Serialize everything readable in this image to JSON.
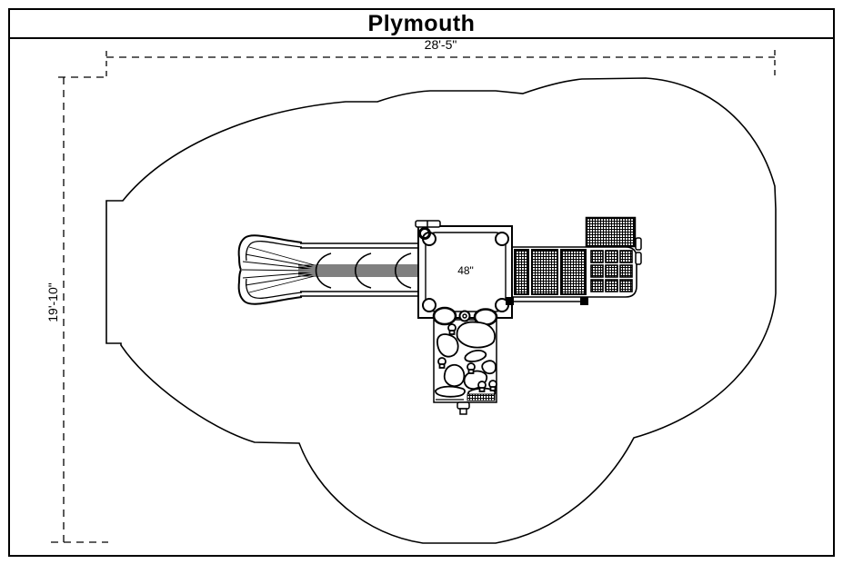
{
  "title_block": {
    "title": "Plymouth"
  },
  "dimensions": {
    "width_label": "28'-5\"",
    "height_label": "19'-10\""
  },
  "deck": {
    "size_label": "48\""
  },
  "equipment_icons": [
    {
      "name": "wave-slide-plan"
    },
    {
      "name": "square-deck-48in"
    },
    {
      "name": "rock-climbing-wall"
    },
    {
      "name": "net-climber-bridge"
    },
    {
      "name": "roof-panel"
    },
    {
      "name": "climbing-grid-panel"
    }
  ],
  "outline": {
    "name": "protective-surfacing-use-zone"
  },
  "colors": {
    "line": "#000000",
    "background": "#ffffff"
  }
}
